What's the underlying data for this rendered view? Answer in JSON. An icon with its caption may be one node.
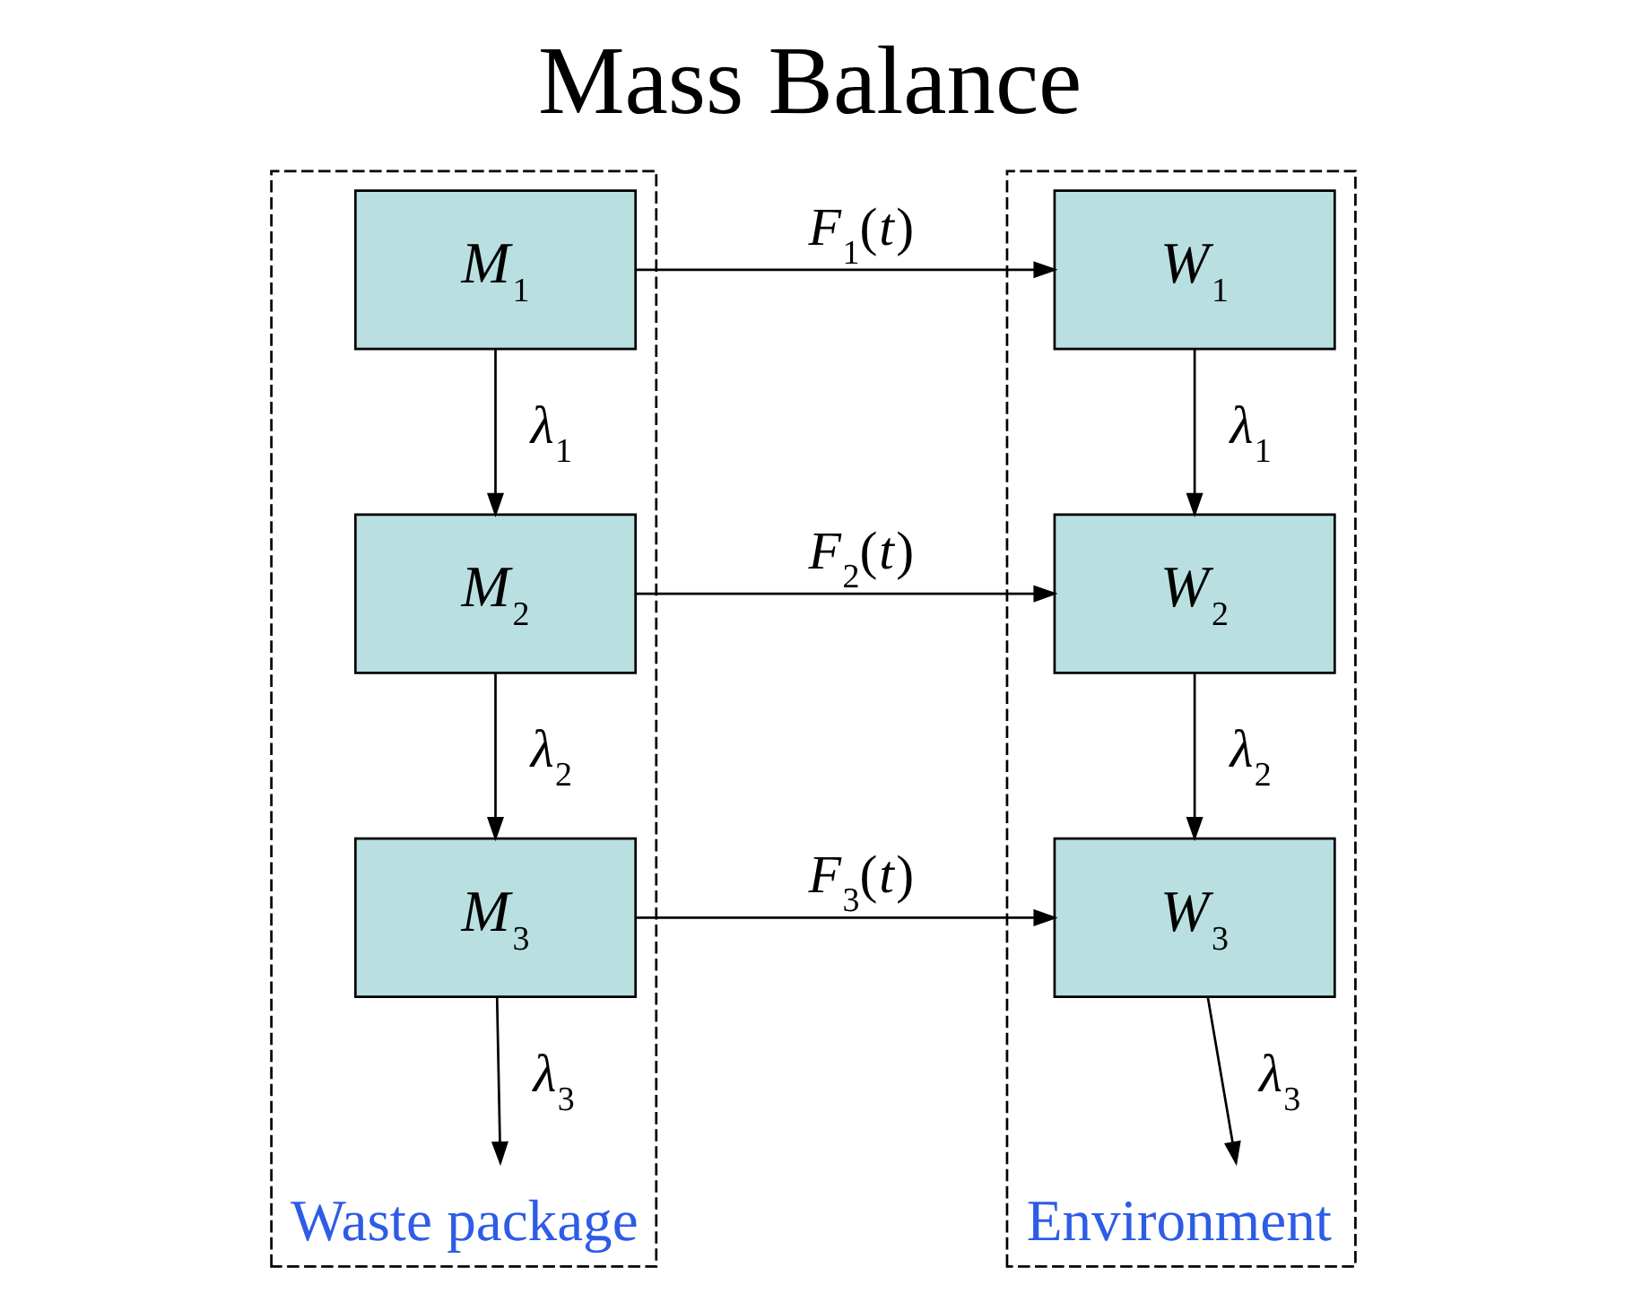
{
  "diagram": {
    "title": "Mass Balance",
    "nodes": [
      {
        "text": [
          "Waste package"
        ]
      },
      {
        "text": [
          "*M*$_{1}$"
        ],
        "in": 0
      },
      {
        "text": [
          "*M*$_{2}$"
        ],
        "in": 0
      },
      {
        "text": [
          "*M*$_{3}$"
        ],
        "in": 0
      },
      {
        "text": [
          "Environment"
        ]
      },
      {
        "text": [
          "*W*$_{1}$"
        ],
        "in": 4
      },
      {
        "text": [
          "*W*$_{2}$"
        ],
        "in": 4
      },
      {
        "text": [
          "*W*$_{3}$"
        ],
        "in": 4
      }
    ],
    "edges": [
      {
        "from": 1,
        "to": 5,
        "arrow": "to",
        "label": "*F*$_{1}$(*t*)"
      },
      {
        "from": 1,
        "to": 2,
        "arrow": "to",
        "label": "*λ*$_{1}$"
      },
      {
        "from": 2,
        "to": 6,
        "arrow": "to",
        "label": "*F*$_{2}$(*t*)"
      },
      {
        "from": 2,
        "to": 3,
        "arrow": "to",
        "label": "*λ*$_{2}$"
      },
      {
        "from": 3,
        "to": 7,
        "arrow": "to",
        "label": "*F*$_{3}$(*t*)"
      },
      {
        "from": 3,
        "to": null,
        "arrow": "to",
        "label": "*λ*$_{3}$"
      },
      {
        "from": 5,
        "to": 6,
        "arrow": "to",
        "label": "*λ*$_{1}$"
      },
      {
        "from": 6,
        "to": 7,
        "arrow": "to",
        "label": "*λ*$_{2}$"
      },
      {
        "from": 7,
        "to": null,
        "arrow": "to",
        "label": "*λ*$_{3}$"
      }
    ]
  }
}
